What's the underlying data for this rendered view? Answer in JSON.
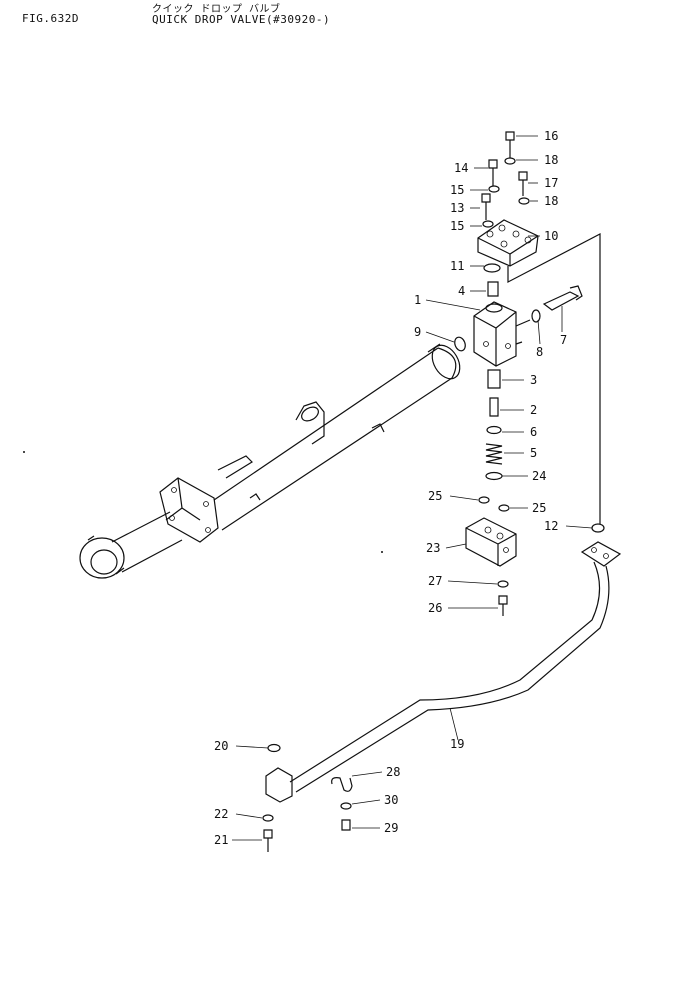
{
  "header": {
    "fig_label": "FIG.632D",
    "title_jp": "クイック ドロップ バルブ",
    "title_en": "QUICK DROP VALVE(#30920-)"
  },
  "callouts": [
    {
      "id": "c16a",
      "num": "16"
    },
    {
      "id": "c14",
      "num": "14"
    },
    {
      "id": "c18a",
      "num": "18"
    },
    {
      "id": "c17",
      "num": "17"
    },
    {
      "id": "c15a",
      "num": "15"
    },
    {
      "id": "c18b",
      "num": "18"
    },
    {
      "id": "c13",
      "num": "13"
    },
    {
      "id": "c15b",
      "num": "15"
    },
    {
      "id": "c10",
      "num": "10"
    },
    {
      "id": "c11",
      "num": "11"
    },
    {
      "id": "c4",
      "num": "4"
    },
    {
      "id": "c1",
      "num": "1"
    },
    {
      "id": "c7",
      "num": "7"
    },
    {
      "id": "c9",
      "num": "9"
    },
    {
      "id": "c8",
      "num": "8"
    },
    {
      "id": "c3",
      "num": "3"
    },
    {
      "id": "c2",
      "num": "2"
    },
    {
      "id": "c6",
      "num": "6"
    },
    {
      "id": "c5",
      "num": "5"
    },
    {
      "id": "c24",
      "num": "24"
    },
    {
      "id": "c25a",
      "num": "25"
    },
    {
      "id": "c25b",
      "num": "25"
    },
    {
      "id": "c12",
      "num": "12"
    },
    {
      "id": "c23",
      "num": "23"
    },
    {
      "id": "c27",
      "num": "27"
    },
    {
      "id": "c26",
      "num": "26"
    },
    {
      "id": "c19",
      "num": "19"
    },
    {
      "id": "c20",
      "num": "20"
    },
    {
      "id": "c28",
      "num": "28"
    },
    {
      "id": "c22",
      "num": "22"
    },
    {
      "id": "c30",
      "num": "30"
    },
    {
      "id": "c21",
      "num": "21"
    },
    {
      "id": "c29",
      "num": "29"
    }
  ]
}
